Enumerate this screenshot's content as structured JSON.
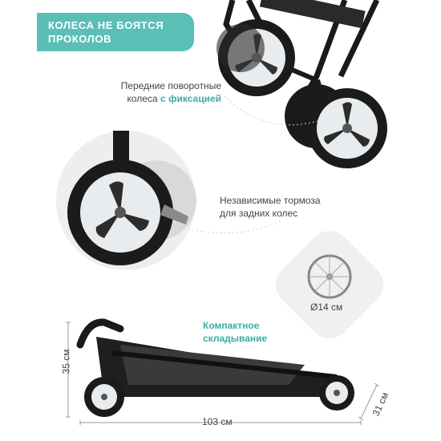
{
  "banner": {
    "line1": "КОЛЕСА НЕ БОЯТСЯ",
    "line2": "ПРОКОЛОВ",
    "color": "#5bbfb6"
  },
  "features": {
    "front_wheels_prefix": "Передние поворотные",
    "front_wheels_mid": "колеса ",
    "front_wheels_accent": "с фиксацией",
    "brakes_line1": "Независимые тормоза",
    "brakes_line2": "для задних колес",
    "folding_line1": "Компактное",
    "folding_line2": "складывание",
    "wheel_diameter": "Ø14 см"
  },
  "dimensions": {
    "height": "35 см",
    "length": "103 см",
    "depth": "31 см"
  },
  "colors": {
    "accent": "#3aaea6",
    "wheel_tire": "#1b1b1b",
    "wheel_hub": "#e9ecee"
  }
}
